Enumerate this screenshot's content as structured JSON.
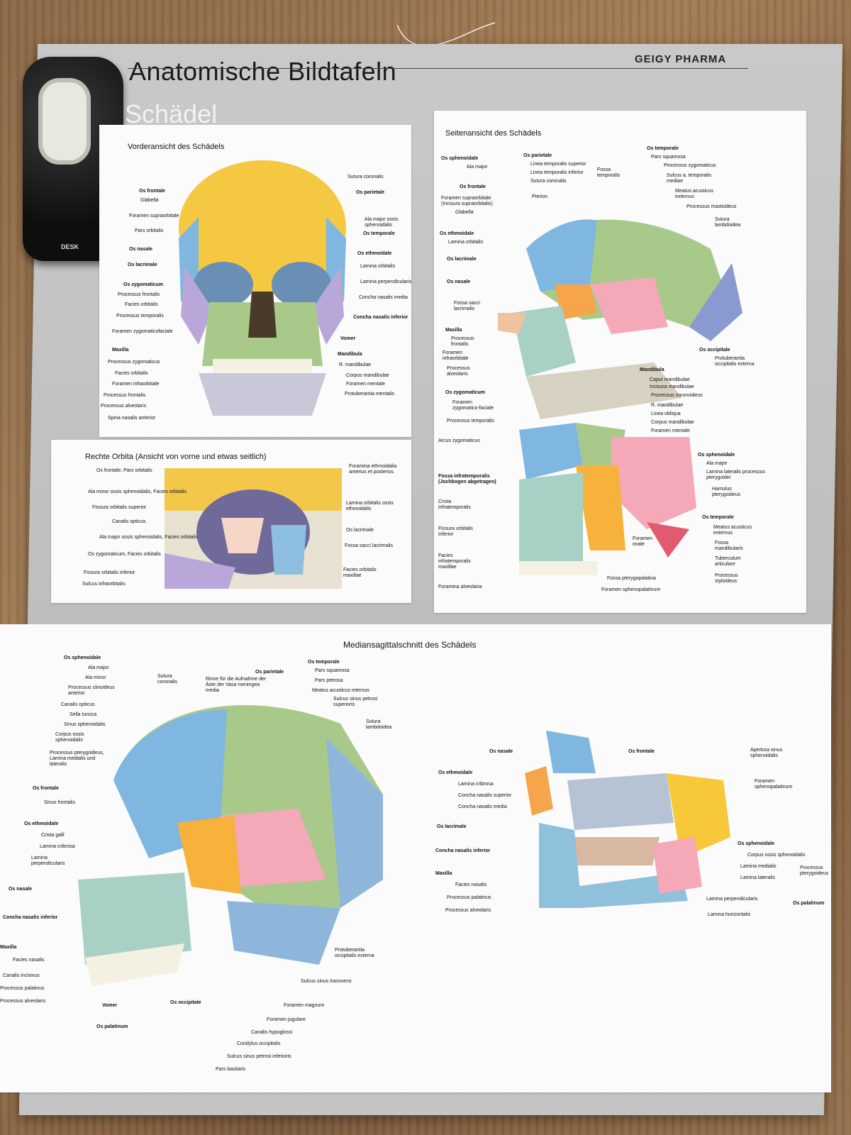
{
  "header": {
    "title": "Anatomische Bildtafeln",
    "subtitle": "Schädel",
    "brand": "GEIGY PHARMA",
    "tape_brand": "DESK"
  },
  "front_view": {
    "title": "Vorderansicht des Schädels",
    "labels_left": [
      "Os frontale",
      "Glabella",
      "Foramen supraorbitale",
      "Pars orbitalis",
      "Os nasale",
      "Os lacrimale",
      "Os zygomaticum",
      "Processus frontalis",
      "Facies orbitalis",
      "Processus temporalis",
      "Foramen zygomaticofaciale",
      "Maxilla",
      "Processus zygomaticus",
      "Facies orbitalis",
      "Foramen infraorbitale",
      "Processus frontalis",
      "Processus alveolaris",
      "Spina nasalis anterior"
    ],
    "labels_right": [
      "Sutura coronalis",
      "Os parietale",
      "Ala major ossis sphenoidalis",
      "Os temporale",
      "Os ethmoidale",
      "Lamina orbitalis",
      "Lamina perpendicularis",
      "Concha nasalis media",
      "Concha nasalis inferior",
      "Vomer",
      "Mandibula",
      "R. mandibulae",
      "Corpus mandibulae",
      "Foramen mentale",
      "Protuberantia mentalis"
    ]
  },
  "orbit_view": {
    "title": "Rechte Orbita (Ansicht von vorne und etwas seitlich)",
    "labels_left": [
      "Os frontale, Pars orbitalis",
      "Ala minor ossis sphenoidalis, Facies orbitalis",
      "Fissura orbitalis superior",
      "Canalis opticus",
      "Ala major ossis sphenoidalis, Facies orbitalis",
      "Os zygomaticum, Facies orbitalis",
      "Fissura orbitalis inferior",
      "Sulcus infraorbitalis"
    ],
    "labels_right": [
      "Foramina ethmoidalia anterius et posterius",
      "Lamina orbitalis ossis ethmoidalis",
      "Os lacrimale",
      "Fossa sacci lacrimalis",
      "Facies orbitalis maxillae"
    ]
  },
  "side_view": {
    "title": "Seitenansicht des Schädels",
    "labels_left": [
      "Os sphenoidale",
      "Ala major",
      "Os frontale",
      "Foramen supraorbitale (Incisura supraorbitalis)",
      "Glabella",
      "Os ethmoidale",
      "Lamina orbitalis",
      "Os lacrimale",
      "Os nasale",
      "Fossa sacci lacrimalis",
      "Maxilla",
      "Processus frontalis",
      "Foramen infraorbitale",
      "Processus alveolaris",
      "Os zygomaticum",
      "Foramen zygomatico-faciale",
      "Processus temporalis",
      "Arcus zygomaticus"
    ],
    "labels_top": [
      "Os parietale",
      "Linea temporalis superior",
      "Linea temporalis inferior",
      "Sutura coronalis",
      "Pterion",
      "Fossa temporalis"
    ],
    "labels_right": [
      "Os temporale",
      "Pars squamosa",
      "Processus zygomaticus",
      "Sulcus a. temporalis mediae",
      "Meatus acusticus externus",
      "Processus mastoideus",
      "Sutura lambdoidea",
      "Os occipitale",
      "Protuberantia occipitalis externa",
      "Mandibula",
      "Caput mandibulae",
      "Incisura mandibulae",
      "Processus coronoideus",
      "R. mandibulae",
      "Linea obliqua",
      "Corpus mandibulae",
      "Foramen mentale"
    ]
  },
  "infratemporal_view": {
    "labels_left": [
      "Fossa infratemporalis (Jochbogen abgetragen)",
      "Crista infratemporalis",
      "Fissura orbitalis inferior",
      "Facies infratemporalis maxillae",
      "Foramina alveolaria"
    ],
    "labels_right": [
      "Os sphenoidale",
      "Ala major",
      "Lamina lateralis processus pterygoidei",
      "Hamulus pterygoideus",
      "Os temporale",
      "Meatus acusticus externus",
      "Fossa mandibularis",
      "Tuberculum articulare",
      "Processus styloideus",
      "Foramen ovale",
      "Fossa pterygopalatina",
      "Foramen sphenopalatinum"
    ]
  },
  "median_view": {
    "title": "Mediansagittalschnitt des Schädels",
    "labels_left": [
      "Os sphenoidale",
      "Ala major",
      "Ala minor",
      "Processus clinoideus anterior",
      "Canalis opticus",
      "Sella turcica",
      "Sinus sphenoidalis",
      "Corpus ossis sphenoidalis",
      "Processus pterygoideus, Lamina medialis und lateralis",
      "Os frontale",
      "Sinus frontalis",
      "Os ethmoidale",
      "Crista galli",
      "Lamina cribrosa",
      "Lamina perpendicularis",
      "Os nasale",
      "Concha nasalis inferior",
      "Maxilla",
      "Facies nasalis",
      "Canalis incisivus",
      "Processus palatinus",
      "Processus alveolaris",
      "Vomer",
      "Os palatinum"
    ],
    "labels_top": [
      "Sutura coronalis",
      "Rinne für die Aufnahme der Äste der Vasa meningea media",
      "Os parietale",
      "Os temporale",
      "Pars squamosa",
      "Pars petrosa",
      "Meatus acusticus internus",
      "Sulcus sinus petrosi superioris",
      "Sutura lambdoidea"
    ],
    "labels_bottom": [
      "Os occipitale",
      "Protuberantia occipitalis externa",
      "Sulcus sinus transversi",
      "Foramen magnum",
      "Foramen jugulare",
      "Canalis hypoglossi",
      "Condylus occipitalis",
      "Sulcus sinus petrosi inferioris",
      "Pars basilaris"
    ]
  },
  "nasal_view": {
    "labels_left": [
      "Os nasale",
      "Os ethmoidale",
      "Lamina cribrosa",
      "Concha nasalis superior",
      "Concha nasalis media",
      "Os lacrimale",
      "Concha nasalis inferior",
      "Maxilla",
      "Facies nasalis",
      "Processus palatinus",
      "Processus alveolaris"
    ],
    "labels_right": [
      "Os frontale",
      "Apertura sinus sphenoidalis",
      "Foramen sphenopalatinum",
      "Os sphenoidale",
      "Corpus ossis sphenoidalis",
      "Lamina medialis",
      "Lamina lateralis",
      "Processus pterygoideus",
      "Lamina perpendicularis",
      "Lamina horizontalis",
      "Os palatinum"
    ]
  }
}
